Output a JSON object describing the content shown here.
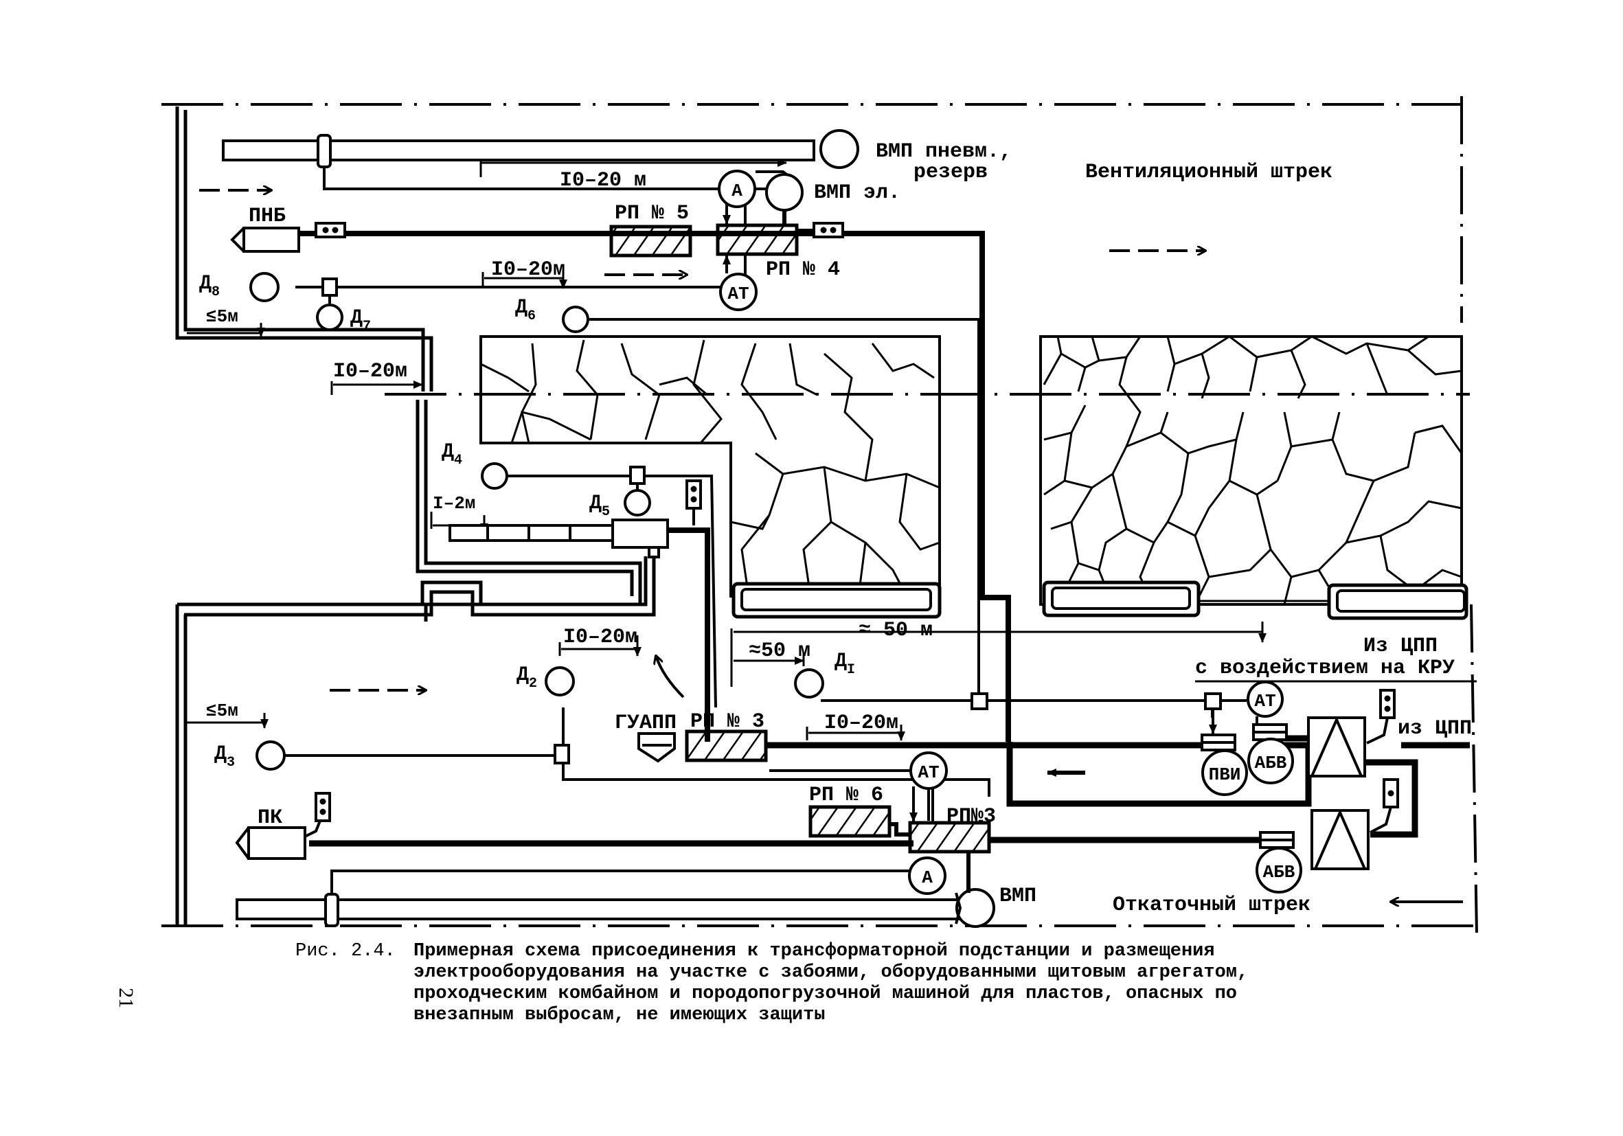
{
  "figure": {
    "caption_number": "Рис. 2.4.",
    "caption_lines": [
      "Примерная схема присоединения к трансформаторной подстанции и размещения",
      "электрооборудования на участке с забоями, оборудованными щитовым агрегатом,",
      "проходческим комбайном и породопогрузочной машиной для пластов, опасных по",
      "внезапным выбросам, не имеющих защиты"
    ],
    "page_number": "21"
  },
  "labels": {
    "vent_drift": "Вентиляционный штрек",
    "haul_drift": "Откаточный штрек",
    "vmp_pneum_1": "ВМП пневм.,",
    "vmp_pneum_2": "резерв",
    "vmp_el": "ВМП эл.",
    "vmp": "ВМП",
    "pnb": "ПНБ",
    "pk": "ПК",
    "guapp": "ГУАПП",
    "rp5": "РП № 5",
    "rp4": "РП № 4",
    "rp3": "РП № 3",
    "rp6": "РП № 6",
    "rp_n3": "РП№3",
    "a": "А",
    "at": "АТ",
    "pvi": "ПВИ",
    "abv": "АБВ",
    "from_cpp_1": "Из ЦПП",
    "from_cpp_2": "с воздействием на КРУ",
    "from_cpp_3": "из ЦПП"
  },
  "sensors": {
    "d": "Д",
    "d1": "I",
    "d2": "2",
    "d3": "3",
    "d4": "4",
    "d5": "5",
    "d6": "6",
    "d7": "7",
    "d8": "8"
  },
  "dimensions": {
    "top_10_20": "I0–20 м",
    "mid_10_20": "I0–20м",
    "left_le5_top": "≤5м",
    "left_10_20": "I0–20м",
    "left_1_2": "I–2м",
    "bottom_10_20": "I0–20м",
    "left_le5_bottom": "≤5м",
    "approx_50_a": "≈ 50 м",
    "approx_50_b": "≈50 м",
    "rp3_10_20": "I0–20м"
  }
}
